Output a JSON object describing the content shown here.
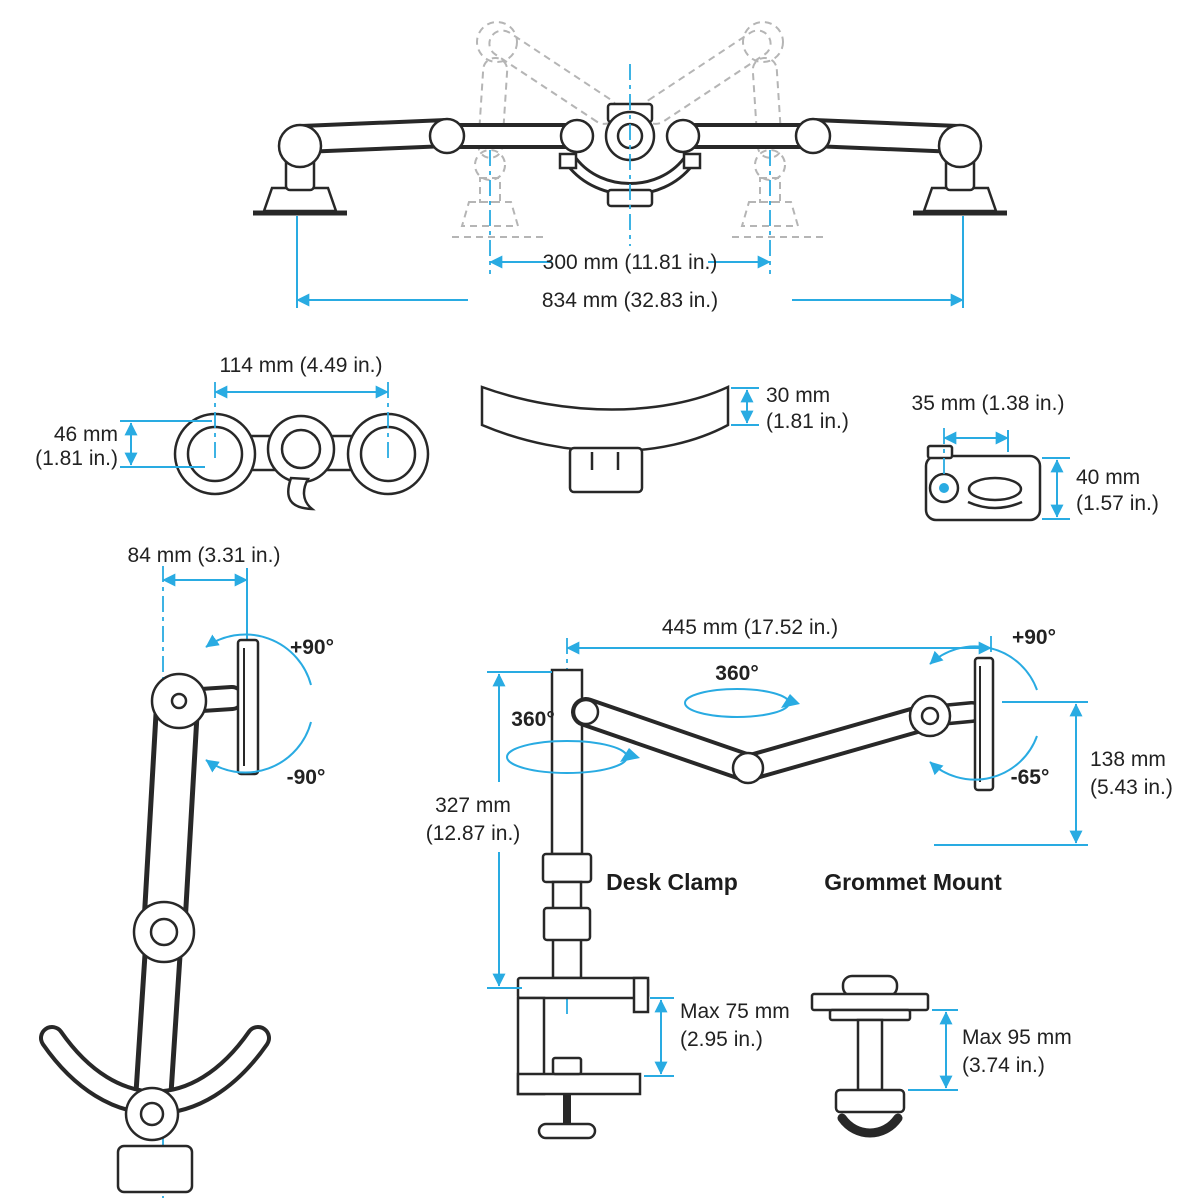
{
  "colors": {
    "drawing_line": "#282828",
    "dimension_accent": "#29abe2",
    "ghost_line": "#b5b5b5",
    "background": "#ffffff"
  },
  "top_view": {
    "inner_width": "300 mm (11.81 in.)",
    "outer_width": "834 mm (32.83 in.)"
  },
  "clamp_top_view": {
    "width": "114 mm (4.49 in.)",
    "height_line1": "46 mm",
    "height_line2": "(1.81 in.)"
  },
  "bracket_view": {
    "height_line1": "30 mm",
    "height_line2": "(1.81 in.)"
  },
  "pivot_view": {
    "width": "35 mm (1.38 in.)",
    "height_line1": "40 mm",
    "height_line2": "(1.57 in.)"
  },
  "arm_side_view": {
    "width": "84 mm (3.31 in.)",
    "tilt_up": "+90°",
    "tilt_down": "-90°"
  },
  "mount_view": {
    "reach": "445 mm (17.52 in.)",
    "pole_rotation": "360°",
    "arm_rotation": "360°",
    "tilt_up": "+90°",
    "tilt_down": "-65°",
    "vesa_height_line1": "138 mm",
    "vesa_height_line2": "(5.43 in.)",
    "pole_height_line1": "327 mm",
    "pole_height_line2": "(12.87 in.)",
    "desk_clamp_label": "Desk Clamp",
    "grommet_label": "Grommet Mount",
    "clamp_max_line1": "Max 75 mm",
    "clamp_max_line2": "(2.95 in.)",
    "grommet_max_line1": "Max 95 mm",
    "grommet_max_line2": "(3.74 in.)"
  }
}
